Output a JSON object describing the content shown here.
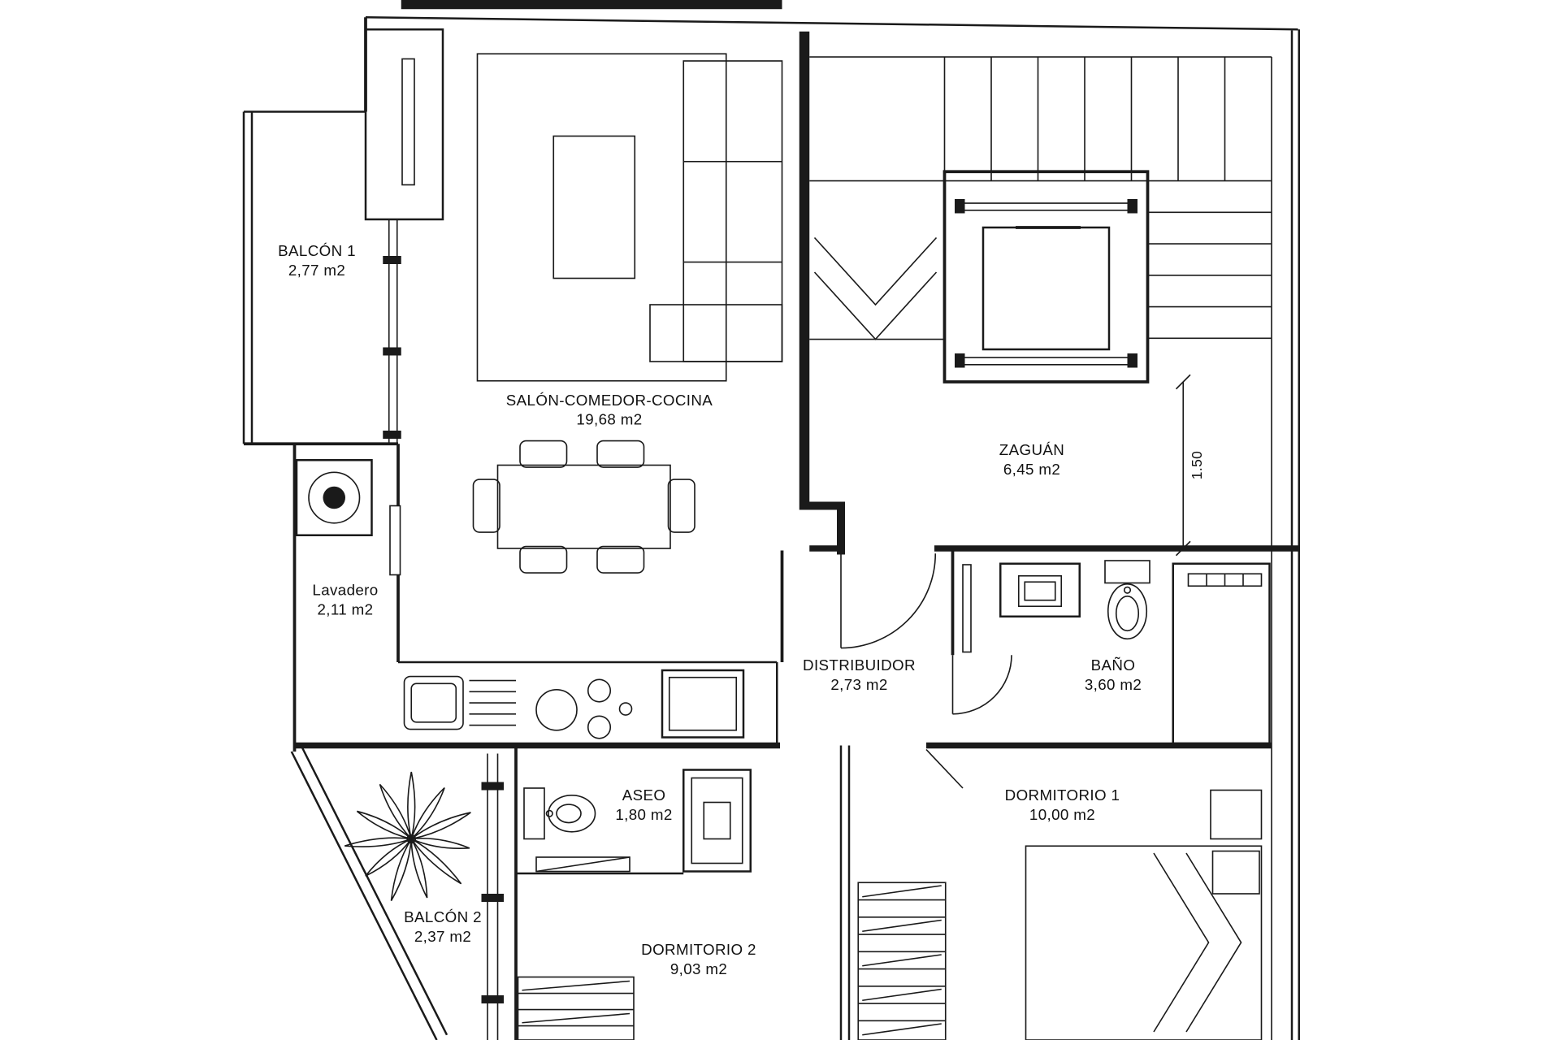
{
  "rooms": [
    {
      "id": "balcon1",
      "name": "BALCÓN 1",
      "area": "2,77 m2"
    },
    {
      "id": "salon",
      "name": "SALÓN-COMEDOR-COCINA",
      "area": "19,68 m2"
    },
    {
      "id": "zaguan",
      "name": "ZAGUÁN",
      "area": "6,45 m2"
    },
    {
      "id": "lavadero",
      "name": "Lavadero",
      "area": "2,11 m2"
    },
    {
      "id": "distribuidor",
      "name": "DISTRIBUIDOR",
      "area": "2,73 m2"
    },
    {
      "id": "bano",
      "name": "BAÑO",
      "area": "3,60 m2"
    },
    {
      "id": "aseo",
      "name": "ASEO",
      "area": "1,80 m2"
    },
    {
      "id": "dormitorio1",
      "name": "DORMITORIO 1",
      "area": "10,00 m2"
    },
    {
      "id": "dormitorio2",
      "name": "DORMITORIO 2",
      "area": "9,03 m2"
    },
    {
      "id": "balcon2",
      "name": "BALCÓN 2",
      "area": "2,37 m2"
    }
  ],
  "dimension": {
    "value": "1.50"
  },
  "colors": {
    "line": "#1a1a1a",
    "background": "#ffffff"
  }
}
